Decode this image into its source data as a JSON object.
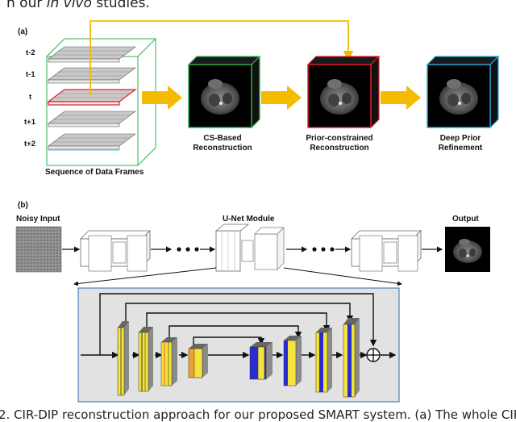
{
  "top_text": {
    "prefix": "n our ",
    "italic": "in vivo",
    "suffix": " studies."
  },
  "panel_a": {
    "tag": "(a)",
    "frame_labels": [
      "t-2",
      "t-1",
      "t",
      "t+1",
      "t+2"
    ],
    "sequence_label": "Sequence of Data Frames",
    "stage1_label": "CS-Based\nReconstruction",
    "stage2_label": "Prior-constrained\nReconstruction",
    "stage3_label": "Deep Prior\nRefinement"
  },
  "panel_b": {
    "tag": "(b)",
    "input_label": "Noisy Input",
    "module_label": "U-Net Module",
    "output_label": "Output"
  },
  "bottom_text": "2. CIR-DIP reconstruction approach for our proposed SMART system. (a) The whole CIR",
  "colors": {
    "green": "#2db34a",
    "red": "#e0202a",
    "blue": "#2aa8d8",
    "arrow_yellow": "#f5bb00",
    "grey_panel": "#e2e2e2",
    "bar_yellow": "#f3e33a",
    "bar_blue": "#2b2bd6",
    "bar_orange": "#f0a030",
    "bar_grey": "#8a8a8a"
  }
}
